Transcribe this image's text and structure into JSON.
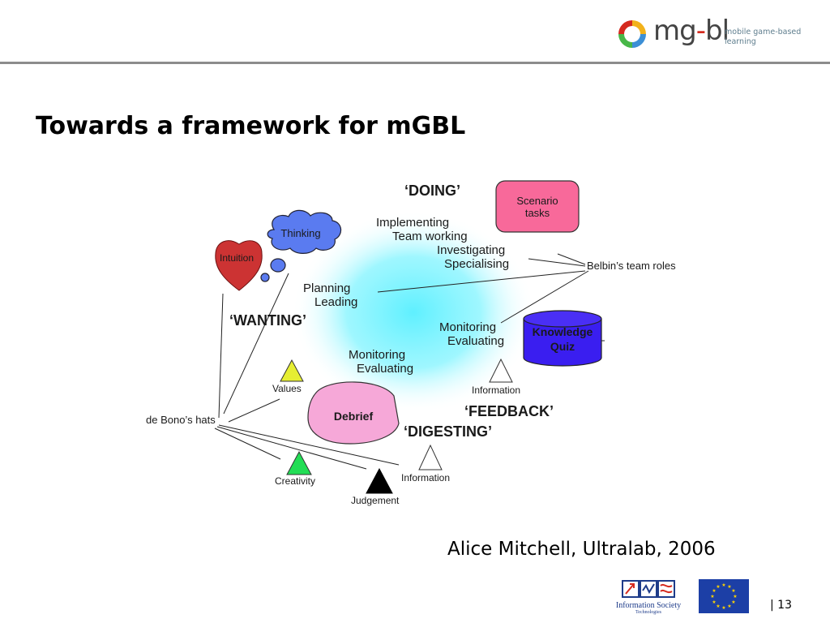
{
  "header": {
    "logo_text_a": "mg",
    "logo_text_dash": "-",
    "logo_text_b": "bl",
    "logo_tagline_1": "mobile game-based",
    "logo_tagline_2": "learning"
  },
  "title": "Towards a framework for mGBL",
  "diagram": {
    "doing": "‘DOING’",
    "wanting": "‘WANTING’",
    "feedback": "‘FEEDBACK’",
    "digesting": "‘DIGESTING’",
    "implementing": "Implementing",
    "team_working": "Team working",
    "investigating": "Investigating",
    "specialising": "Specialising",
    "planning": "Planning",
    "leading": "Leading",
    "monitoring_right": "Monitoring",
    "evaluating_right": "Evaluating",
    "monitoring_center": "Monitoring",
    "evaluating_center": "Evaluating",
    "scenario_1": "Scenario",
    "scenario_2": "tasks",
    "knowledge_1": "Knowledge",
    "knowledge_2": "Quiz",
    "thinking": "Thinking",
    "intuition": "Intuition",
    "belbin": "Belbin’s team roles",
    "debono": "de Bono’s hats",
    "values": "Values",
    "debrief": "Debrief",
    "information_top": "Information",
    "information_bottom": "Information",
    "creativity": "Creativity",
    "judgement": "Judgement"
  },
  "colors": {
    "scenario": "#f8699a",
    "knowledge": "#3a1ef0",
    "thinking": "#5a7bf0",
    "intuition": "#cc3333",
    "debrief": "#f6a8d8",
    "glow": "#66f0ff",
    "values": "#e6ee33",
    "creativity": "#22dd55",
    "judgement": "#000000"
  },
  "footer": {
    "credit": "Alice Mitchell, Ultralab, 2006",
    "ist_label": "Information Society",
    "ist_sub": "Technologies",
    "page": "| 13"
  }
}
